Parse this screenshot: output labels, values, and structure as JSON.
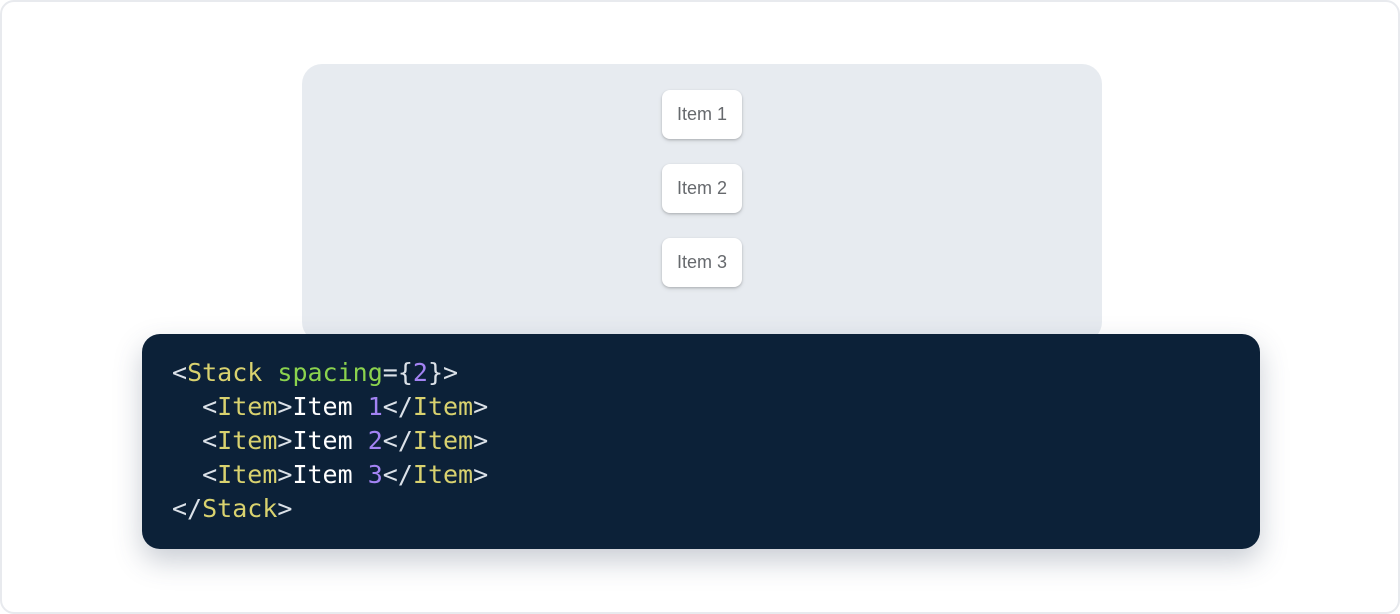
{
  "window": {
    "bg": "#ffffff",
    "border_color": "#e8eaee"
  },
  "panel": {
    "bg": "#e7ebf0",
    "item_bg": "#ffffff",
    "item_text_color": "#66696d",
    "items": [
      {
        "label": "Item 1"
      },
      {
        "label": "Item 2"
      },
      {
        "label": "Item 3"
      }
    ]
  },
  "code": {
    "bg": "#0c2138",
    "colors": {
      "punct": "#dbe1e8",
      "tag": "#d9d26f",
      "attr": "#8bd34e",
      "num": "#a383f3",
      "content": "#ffffff",
      "plain": "#ffffff"
    },
    "lines": [
      [
        [
          "<",
          "punct"
        ],
        [
          "Stack",
          "tag"
        ],
        [
          " ",
          "plain"
        ],
        [
          "spacing",
          "attr"
        ],
        [
          "=",
          "punct"
        ],
        [
          "{",
          "punct"
        ],
        [
          "2",
          "num"
        ],
        [
          "}",
          "punct"
        ],
        [
          ">",
          "punct"
        ]
      ],
      [
        [
          "  ",
          "plain"
        ],
        [
          "<",
          "punct"
        ],
        [
          "Item",
          "tag"
        ],
        [
          ">",
          "punct"
        ],
        [
          "Item ",
          "content"
        ],
        [
          "1",
          "num"
        ],
        [
          "</",
          "punct"
        ],
        [
          "Item",
          "tag"
        ],
        [
          ">",
          "punct"
        ]
      ],
      [
        [
          "  ",
          "plain"
        ],
        [
          "<",
          "punct"
        ],
        [
          "Item",
          "tag"
        ],
        [
          ">",
          "punct"
        ],
        [
          "Item ",
          "content"
        ],
        [
          "2",
          "num"
        ],
        [
          "</",
          "punct"
        ],
        [
          "Item",
          "tag"
        ],
        [
          ">",
          "punct"
        ]
      ],
      [
        [
          "  ",
          "plain"
        ],
        [
          "<",
          "punct"
        ],
        [
          "Item",
          "tag"
        ],
        [
          ">",
          "punct"
        ],
        [
          "Item ",
          "content"
        ],
        [
          "3",
          "num"
        ],
        [
          "</",
          "punct"
        ],
        [
          "Item",
          "tag"
        ],
        [
          ">",
          "punct"
        ]
      ],
      [
        [
          "</",
          "punct"
        ],
        [
          "Stack",
          "tag"
        ],
        [
          ">",
          "punct"
        ]
      ]
    ]
  }
}
